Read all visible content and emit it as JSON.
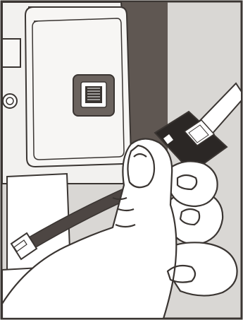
{
  "illustration": {
    "subject": "hand-plugging-cable-into-wall-port",
    "icons": [
      "wall-plate",
      "phone-jack",
      "cable",
      "connector-plug",
      "hand"
    ]
  },
  "colors": {
    "outline": "#3a3532",
    "wall_dark": "#5f5752",
    "plate_light": "#f2f1ef",
    "background_gray": "#d9d7d4",
    "cable_dark": "#4d4643",
    "connector_dark": "#2b2725",
    "skin": "#ffffff"
  }
}
